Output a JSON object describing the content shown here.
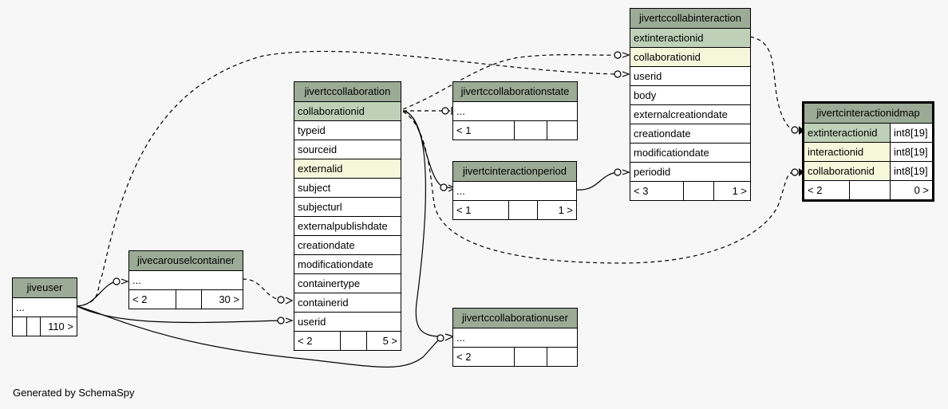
{
  "footer": "Generated by SchemaSpy",
  "colors": {
    "background": "#f7f7f7",
    "header": "#9bab96",
    "primary_key": "#bed1b8",
    "indexed": "#f4f7da"
  },
  "tables": {
    "jivertccollabinteraction": {
      "name": "jivertccollabinteraction",
      "columns": [
        "extinteractionid",
        "collaborationid",
        "userid",
        "body",
        "externalcreationdate",
        "creationdate",
        "modificationdate",
        "periodid"
      ],
      "stats": [
        "< 3",
        "",
        "1 >"
      ]
    },
    "jivertccollaboration": {
      "name": "jivertccollaboration",
      "columns": [
        "collaborationid",
        "typeid",
        "sourceid",
        "externalid",
        "subject",
        "subjecturl",
        "externalpublishdate",
        "creationdate",
        "modificationdate",
        "containertype",
        "containerid",
        "userid"
      ],
      "stats": [
        "< 2",
        "",
        "5 >"
      ]
    },
    "jivertccollaborationstate": {
      "name": "jivertccollaborationstate",
      "columns": [
        "..."
      ],
      "stats": [
        "< 1",
        "",
        ""
      ]
    },
    "jivertcinteractionperiod": {
      "name": "jivertcinteractionperiod",
      "columns": [
        "..."
      ],
      "stats": [
        "< 1",
        "",
        "1 >"
      ]
    },
    "jivertcinteractionidmap": {
      "name": "jivertcinteractionidmap",
      "columns": [
        {
          "name": "extinteractionid",
          "type": "int8[19]"
        },
        {
          "name": "interactionid",
          "type": "int8[19]"
        },
        {
          "name": "collaborationid",
          "type": "int8[19]"
        }
      ],
      "stats": [
        "< 2",
        "",
        "0 >"
      ]
    },
    "jivecarouselcontainer": {
      "name": "jivecarouselcontainer",
      "columns": [
        "..."
      ],
      "stats": [
        "< 2",
        "",
        "30 >"
      ]
    },
    "jiveuser": {
      "name": "jiveuser",
      "columns": [
        "..."
      ],
      "stats": [
        "",
        "",
        "110 >"
      ]
    },
    "jivertccollaborationuser": {
      "name": "jivertccollaborationuser",
      "columns": [
        "..."
      ],
      "stats": [
        "< 2",
        "",
        ""
      ]
    }
  }
}
